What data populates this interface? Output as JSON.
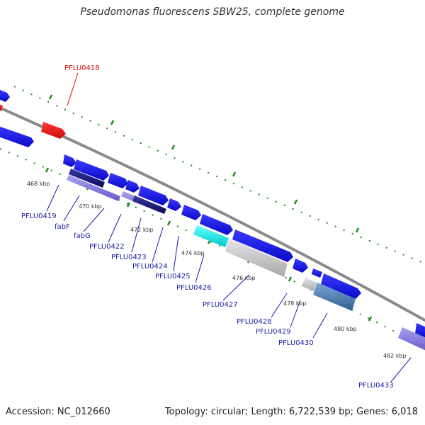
{
  "title": "Pseudomonas fluorescens SBW25, complete genome",
  "footer": {
    "accession": "Accession: NC_012660",
    "topology": "Topology: circular; Length: 6,722,539 bp; Genes: 6,018"
  },
  "colors": {
    "forward_gene": "#1010e0",
    "reverse_gene": "#e01010",
    "backbone": "#8a8a8a",
    "tick": "#1a8a1a",
    "label": "#1a1aa6",
    "label_highlight": "#d01010"
  },
  "kbp_labels": [
    "468 kbp",
    "470 kbp",
    "472 kbp",
    "474 kbp",
    "476 kbp",
    "478 kbp",
    "480 kbp",
    "482 kbp"
  ],
  "gene_labels": [
    {
      "text": "PFLU0418",
      "highlight": true
    },
    {
      "text": "PFLU0419"
    },
    {
      "text": "fabF"
    },
    {
      "text": "fabG"
    },
    {
      "text": "PFLU0422"
    },
    {
      "text": "PFLU0423"
    },
    {
      "text": "PFLU0424"
    },
    {
      "text": "PFLU0425"
    },
    {
      "text": "PFLU0426"
    },
    {
      "text": "PFLU0427"
    },
    {
      "text": "PFLU0428"
    },
    {
      "text": "PFLU0429"
    },
    {
      "text": "PFLU0430"
    },
    {
      "text": "PFLU0433"
    }
  ]
}
